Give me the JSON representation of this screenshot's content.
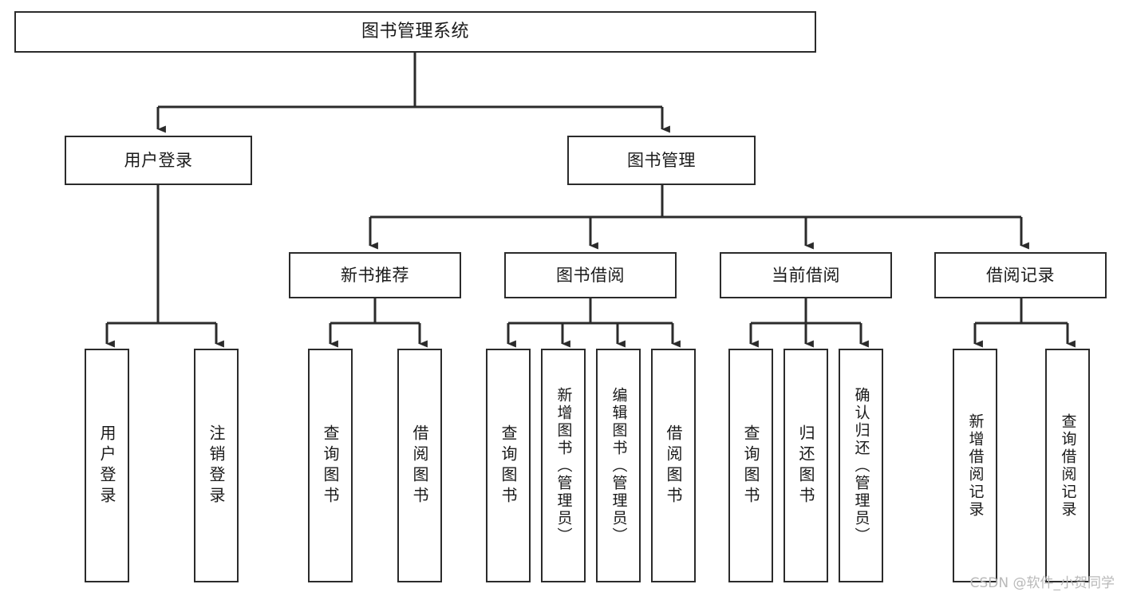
{
  "diagram": {
    "title": "图书管理系统",
    "type": "functional-structure-tree",
    "root": {
      "label": "图书管理系统"
    },
    "level2": [
      {
        "id": "user-login",
        "label": "用户登录"
      },
      {
        "id": "book-management",
        "label": "图书管理"
      }
    ],
    "level3": [
      {
        "id": "new-book-recommend",
        "label": "新书推荐",
        "parent": "book-management"
      },
      {
        "id": "book-borrow",
        "label": "图书借阅",
        "parent": "book-management"
      },
      {
        "id": "current-borrow",
        "label": "当前借阅",
        "parent": "book-management"
      },
      {
        "id": "borrow-record",
        "label": "借阅记录",
        "parent": "book-management"
      }
    ],
    "leaves": [
      {
        "id": "leaf-user-login",
        "label": "用户登录",
        "parent": "user-login"
      },
      {
        "id": "leaf-logout-login",
        "label": "注销登录",
        "parent": "user-login"
      },
      {
        "id": "leaf-query-book-1",
        "label": "查询图书",
        "parent": "new-book-recommend"
      },
      {
        "id": "leaf-borrow-book-1",
        "label": "借阅图书",
        "parent": "new-book-recommend"
      },
      {
        "id": "leaf-query-book-2",
        "label": "查询图书",
        "parent": "book-borrow"
      },
      {
        "id": "leaf-add-book",
        "label": "新增图书（管理员）",
        "parent": "book-borrow"
      },
      {
        "id": "leaf-edit-book",
        "label": "编辑图书（管理员）",
        "parent": "book-borrow"
      },
      {
        "id": "leaf-borrow-book-2",
        "label": "借阅图书",
        "parent": "book-borrow"
      },
      {
        "id": "leaf-query-book-3",
        "label": "查询图书",
        "parent": "current-borrow"
      },
      {
        "id": "leaf-return-book",
        "label": "归还图书",
        "parent": "current-borrow"
      },
      {
        "id": "leaf-confirm-return",
        "label": "确认归还（管理员）",
        "parent": "current-borrow"
      },
      {
        "id": "leaf-add-record",
        "label": "新增借阅记录",
        "parent": "borrow-record"
      },
      {
        "id": "leaf-query-record",
        "label": "查询借阅记录",
        "parent": "borrow-record"
      }
    ],
    "colors": {
      "box_border": "#2b2b2b",
      "box_fill": "#ffffff",
      "line": "#2b2b2b",
      "text": "#1a1a1a",
      "watermark": "#b9b9b9",
      "background": "#ffffff"
    }
  },
  "watermark": {
    "text": "CSDN @软件_小贺同学"
  }
}
